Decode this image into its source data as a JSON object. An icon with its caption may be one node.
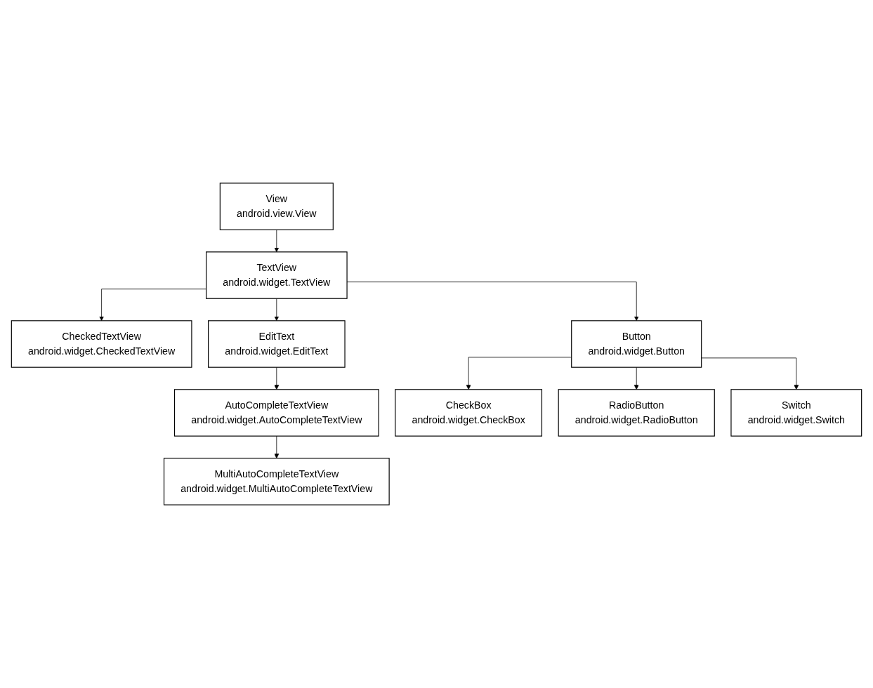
{
  "diagram": {
    "nodes": [
      {
        "text": [
          "View",
          "android.view.View"
        ]
      },
      {
        "text": [
          "TextView",
          "android.widget.TextView"
        ]
      },
      {
        "text": [
          "CheckedTextView",
          "android.widget.CheckedTextView"
        ]
      },
      {
        "text": [
          "EditText",
          "android.widget.EditText"
        ]
      },
      {
        "text": [
          "Button",
          "android.widget.Button"
        ]
      },
      {
        "text": [
          "AutoCompleteTextView",
          "android.widget.AutoCompleteTextView"
        ]
      },
      {
        "text": [
          "MultiAutoCompleteTextView",
          "android.widget.MultiAutoCompleteTextView"
        ]
      },
      {
        "text": [
          "CheckBox",
          "android.widget.CheckBox"
        ]
      },
      {
        "text": [
          "RadioButton",
          "android.widget.RadioButton"
        ]
      },
      {
        "text": [
          "Switch",
          "android.widget.Switch"
        ]
      }
    ],
    "edges": [
      {
        "from": 0,
        "to": 1,
        "arrow": "to"
      },
      {
        "from": 1,
        "to": 2,
        "arrow": "to"
      },
      {
        "from": 1,
        "to": 3,
        "arrow": "to"
      },
      {
        "from": 1,
        "to": 4,
        "arrow": "to"
      },
      {
        "from": 3,
        "to": 5,
        "arrow": "to"
      },
      {
        "from": 5,
        "to": 6,
        "arrow": "to"
      },
      {
        "from": 4,
        "to": 7,
        "arrow": "to"
      },
      {
        "from": 4,
        "to": 8,
        "arrow": "to"
      },
      {
        "from": 4,
        "to": 9,
        "arrow": "to"
      }
    ]
  }
}
